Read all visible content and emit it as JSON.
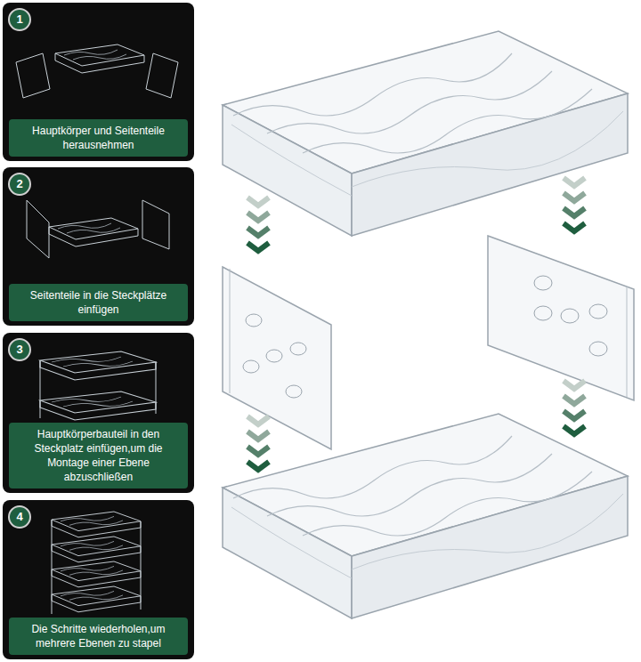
{
  "diagram": {
    "nodes": [
      {
        "text": [
          "1"
        ]
      },
      {
        "text": [
          "Hauptkörper und Seitenteile herausnehmen"
        ],
        "in": 0
      },
      {
        "text": [
          "2"
        ]
      },
      {
        "text": [
          "Seitenteile in die Steckplätze einfügen"
        ],
        "in": 2
      },
      {
        "text": [
          "3"
        ]
      },
      {
        "text": [
          "Hauptkörperbauteil in den Steckplatz einfügen,um die Montage einer Ebene abzuschließen"
        ],
        "in": 4
      },
      {
        "text": [
          "4"
        ]
      },
      {
        "text": [
          "Die Schritte wiederholen,um mehrere Ebenen zu stapel"
        ],
        "in": 6
      }
    ]
  }
}
